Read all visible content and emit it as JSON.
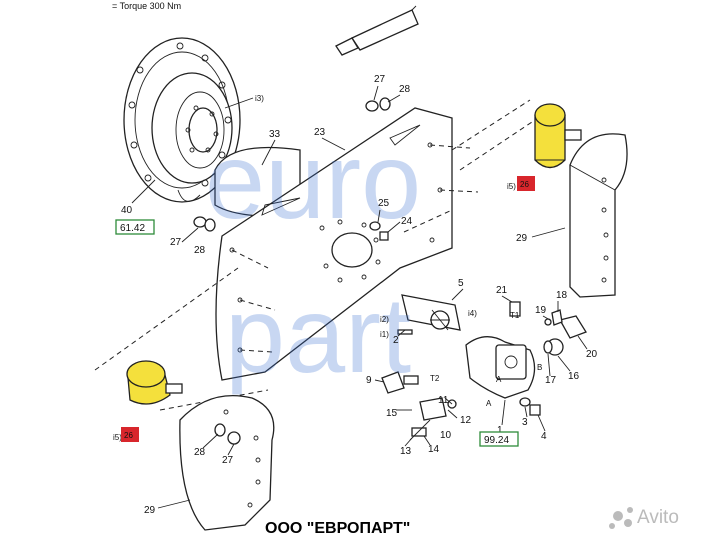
{
  "header": {
    "torque_note": "= Torque 300 Nm"
  },
  "watermark": {
    "line1": "euro",
    "line2": "part",
    "color": "#3a6fd0"
  },
  "footer": {
    "company": "ООО \"ЕВРОПАРТ\"",
    "avito_logo_text": "Avito"
  },
  "callouts": {
    "n40": "40",
    "n33": "33",
    "n23": "23",
    "n27a": "27",
    "n28a": "28",
    "n27b": "27",
    "n28b": "28",
    "n25a": "25",
    "n24": "24",
    "n29a": "29",
    "n5": "5",
    "n21": "21",
    "n18": "18",
    "n19": "19",
    "n20": "20",
    "n2": "2",
    "n16": "16",
    "n17": "17",
    "n9": "9",
    "n15": "15",
    "n11": "11",
    "n12": "12",
    "n10": "10",
    "n13": "13",
    "n14": "14",
    "n1": "1",
    "n3": "3",
    "n4": "4",
    "n28c": "28",
    "n27c": "27",
    "n29b": "29",
    "i3": "i3)",
    "i5a": "i5)",
    "i5b": "i5)",
    "i2": "i2)",
    "i1": "i1)",
    "i4": "i4)",
    "T1": "T1",
    "T2": "T2",
    "A_upper": "A",
    "A_lower": "A",
    "B": "B"
  },
  "red_tags": {
    "top_right": "26",
    "left": "26",
    "color": "#d8262c"
  },
  "green_refs": {
    "left": "61.42",
    "bottom": "99.24",
    "color": "#2e8b3a"
  },
  "highlight_color": "#f4e03c"
}
